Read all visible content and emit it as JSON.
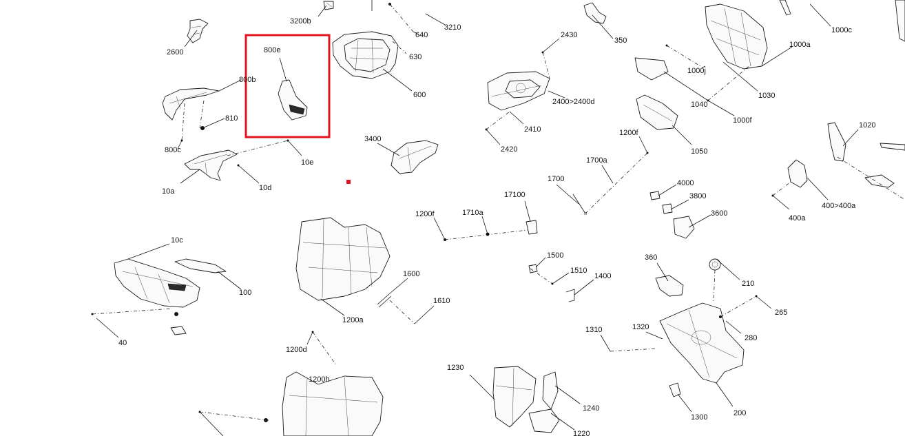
{
  "highlight": {
    "color": "#e3141b"
  },
  "labels": {
    "l3200b": "3200b",
    "l640": "640",
    "l3210": "3210",
    "l630": "630",
    "l600": "600",
    "l2600": "2600",
    "l800e": "800e",
    "l800b": "800b",
    "l810": "810",
    "l800c": "800c",
    "l10e": "10e",
    "l10a": "10a",
    "l10d": "10d",
    "l3400": "3400",
    "l10c": "10c",
    "l100": "100",
    "l40": "40",
    "l1200a": "1200a",
    "l1600": "1600",
    "l1610": "1610",
    "l1200d": "1200d",
    "l1200h": "1200h",
    "l1200f_a": "1200f",
    "l1710a": "1710a",
    "l17100": "17100",
    "l1700": "1700",
    "l1700a": "1700a",
    "l1200f_b": "1200f",
    "l2430": "2430",
    "l2400": "2400>2400d",
    "l2410": "2410",
    "l2420": "2420",
    "l350": "350",
    "l1000c": "1000c",
    "l1000a": "1000a",
    "l1000j": "1000j",
    "l1030": "1030",
    "l1040": "1040",
    "l1000f": "1000f",
    "l1050": "1050",
    "l1020": "1020",
    "l400_400a": "400>400a",
    "l400a": "400a",
    "l4000": "4000",
    "l3800": "3800",
    "l3600": "3600",
    "l1500": "1500",
    "l1510": "1510",
    "l1400": "1400",
    "l360": "360",
    "l210": "210",
    "l265": "265",
    "l1310": "1310",
    "l1320": "1320",
    "l280": "280",
    "l200": "200",
    "l1300": "1300",
    "l1230": "1230",
    "l1240": "1240",
    "l1220": "1220"
  }
}
